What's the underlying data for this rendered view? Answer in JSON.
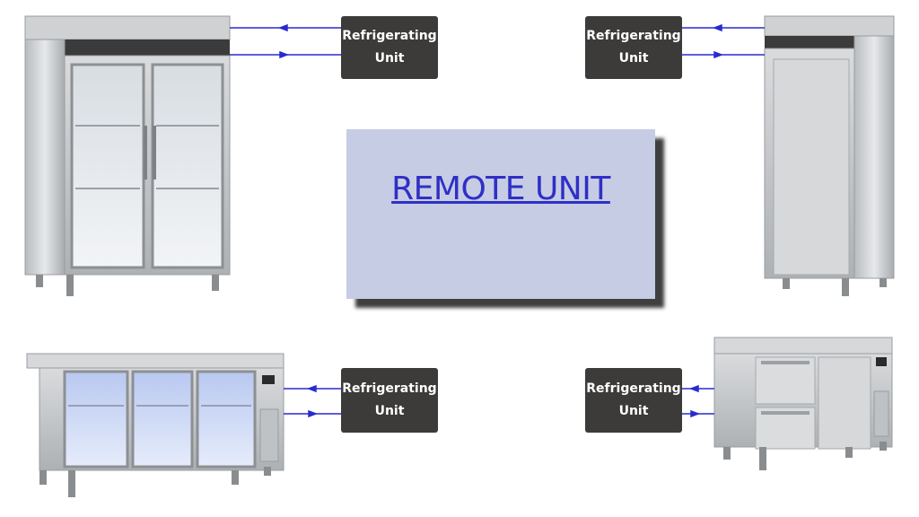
{
  "title": "REMOTE UNIT",
  "unit_labels": {
    "top_left": [
      "Refrigerating",
      "Unit"
    ],
    "top_right": [
      "Refrigerating",
      "Unit"
    ],
    "bottom_left": [
      "Refrigerating",
      "Unit"
    ],
    "bottom_right": [
      "Refrigerating",
      "Unit"
    ]
  },
  "colors": {
    "unit_box": "#3d3a3a",
    "arrow": "#2a2ad0",
    "title_card": "#c6cce3",
    "title_text": "#2f2fc6",
    "steel": "#c9cbcd"
  }
}
